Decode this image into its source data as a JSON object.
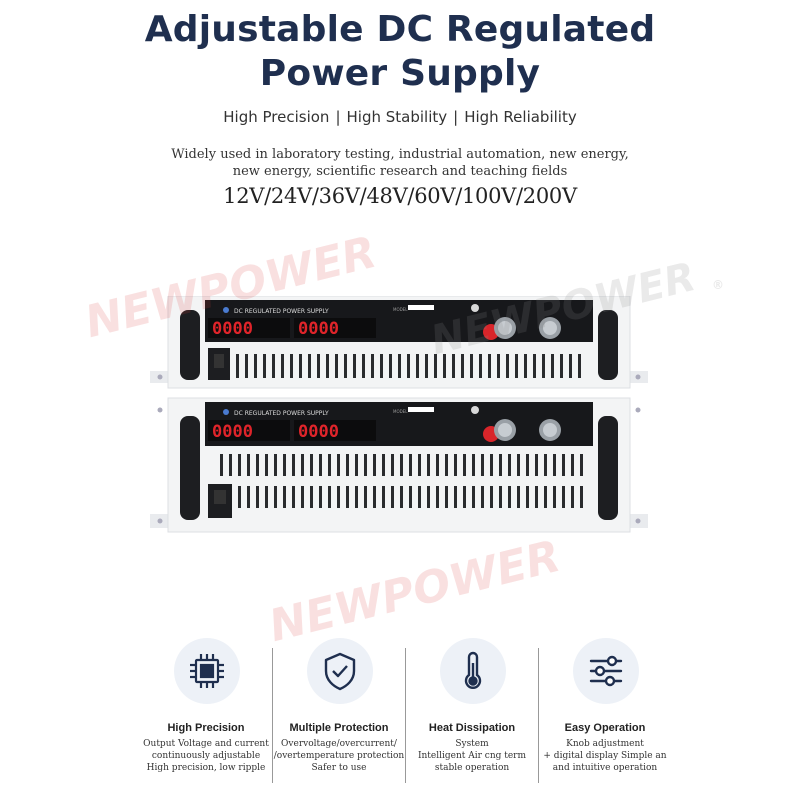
{
  "header": {
    "title_line1": "Adjustable DC Regulated",
    "title_line2": "Power Supply",
    "taglines": [
      "High Precision",
      "High Stability",
      "High Reliability"
    ],
    "separator": "|",
    "description_line1": "Widely used in laboratory testing, industrial automation, new energy,",
    "description_line2": "new energy, scientific research and teaching fields",
    "voltages": "12V/24V/36V/48V/60V/100V/200V"
  },
  "watermark": {
    "text": "NEWPOWER",
    "registered": "®"
  },
  "product": {
    "panel_label": "DC REGULATED POWER SUPPLY",
    "display_voltage": "0000",
    "display_current": "0000",
    "model_label": "MODEL"
  },
  "features": [
    {
      "title": "High Precision",
      "icon": "chip-icon",
      "lines": [
        "Output Voltage and current",
        "continuously adjustable",
        "High precision, low ripple"
      ]
    },
    {
      "title": "Multiple Protection",
      "icon": "shield-check-icon",
      "lines": [
        "Overvoltage/overcurrent/",
        "/overtemperature protection",
        "Safer to use"
      ]
    },
    {
      "title": "Heat Dissipation",
      "icon": "thermometer-icon",
      "lines": [
        "System",
        "Intelligent Air cng term",
        "stable operation"
      ]
    },
    {
      "title": "Easy Operation",
      "icon": "sliders-icon",
      "lines": [
        "Knob adjustment",
        "+ digital display Simple an",
        "and intuitive operation"
      ]
    }
  ],
  "colors": {
    "title": "#1f2f4f",
    "icon": "#1f2f4f",
    "led": "#e0242a",
    "panel": "#17181b",
    "chassis": "#f2f3f4"
  }
}
